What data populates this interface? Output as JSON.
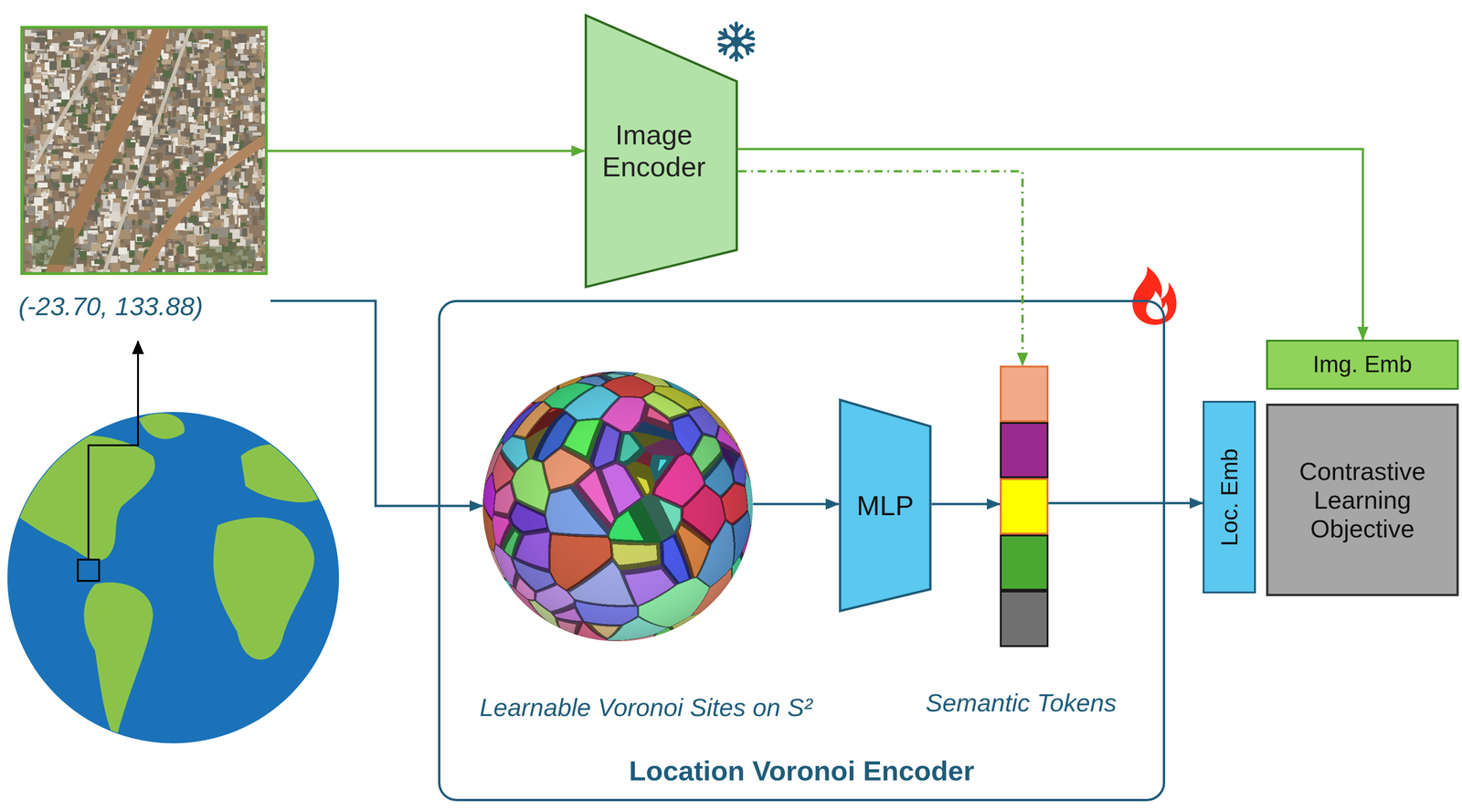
{
  "diagram": {
    "nodes": [
      {
        "text": [
          "(-23.70, 133.88)"
        ]
      },
      {
        "text": [
          "Image Encoder"
        ]
      },
      {
        "text": [
          "Location Voronoi Encoder"
        ]
      },
      {
        "text": [
          "Learnable Voronoi Sites on S²"
        ],
        "in": 2
      },
      {
        "text": [
          "MLP"
        ],
        "in": 2
      },
      {
        "text": [
          "Semantic Tokens"
        ],
        "in": 2
      },
      {
        "text": [
          "Loc. Emb"
        ]
      },
      {
        "text": [
          "Img. Emb"
        ]
      },
      {
        "text": [
          "Contrastive Learning Objective"
        ]
      }
    ],
    "edges": [
      {
        "from": 0,
        "to": 1,
        "arrow": "to"
      },
      {
        "from": 1,
        "to": 7,
        "arrow": "to"
      },
      {
        "from": 1,
        "to": 5,
        "arrow": "to"
      },
      {
        "from": 0,
        "to": 3,
        "arrow": "to"
      },
      {
        "from": 3,
        "to": 4,
        "arrow": "to"
      },
      {
        "from": 4,
        "to": 5,
        "arrow": "to"
      },
      {
        "from": 5,
        "to": 6,
        "arrow": "to"
      }
    ]
  }
}
